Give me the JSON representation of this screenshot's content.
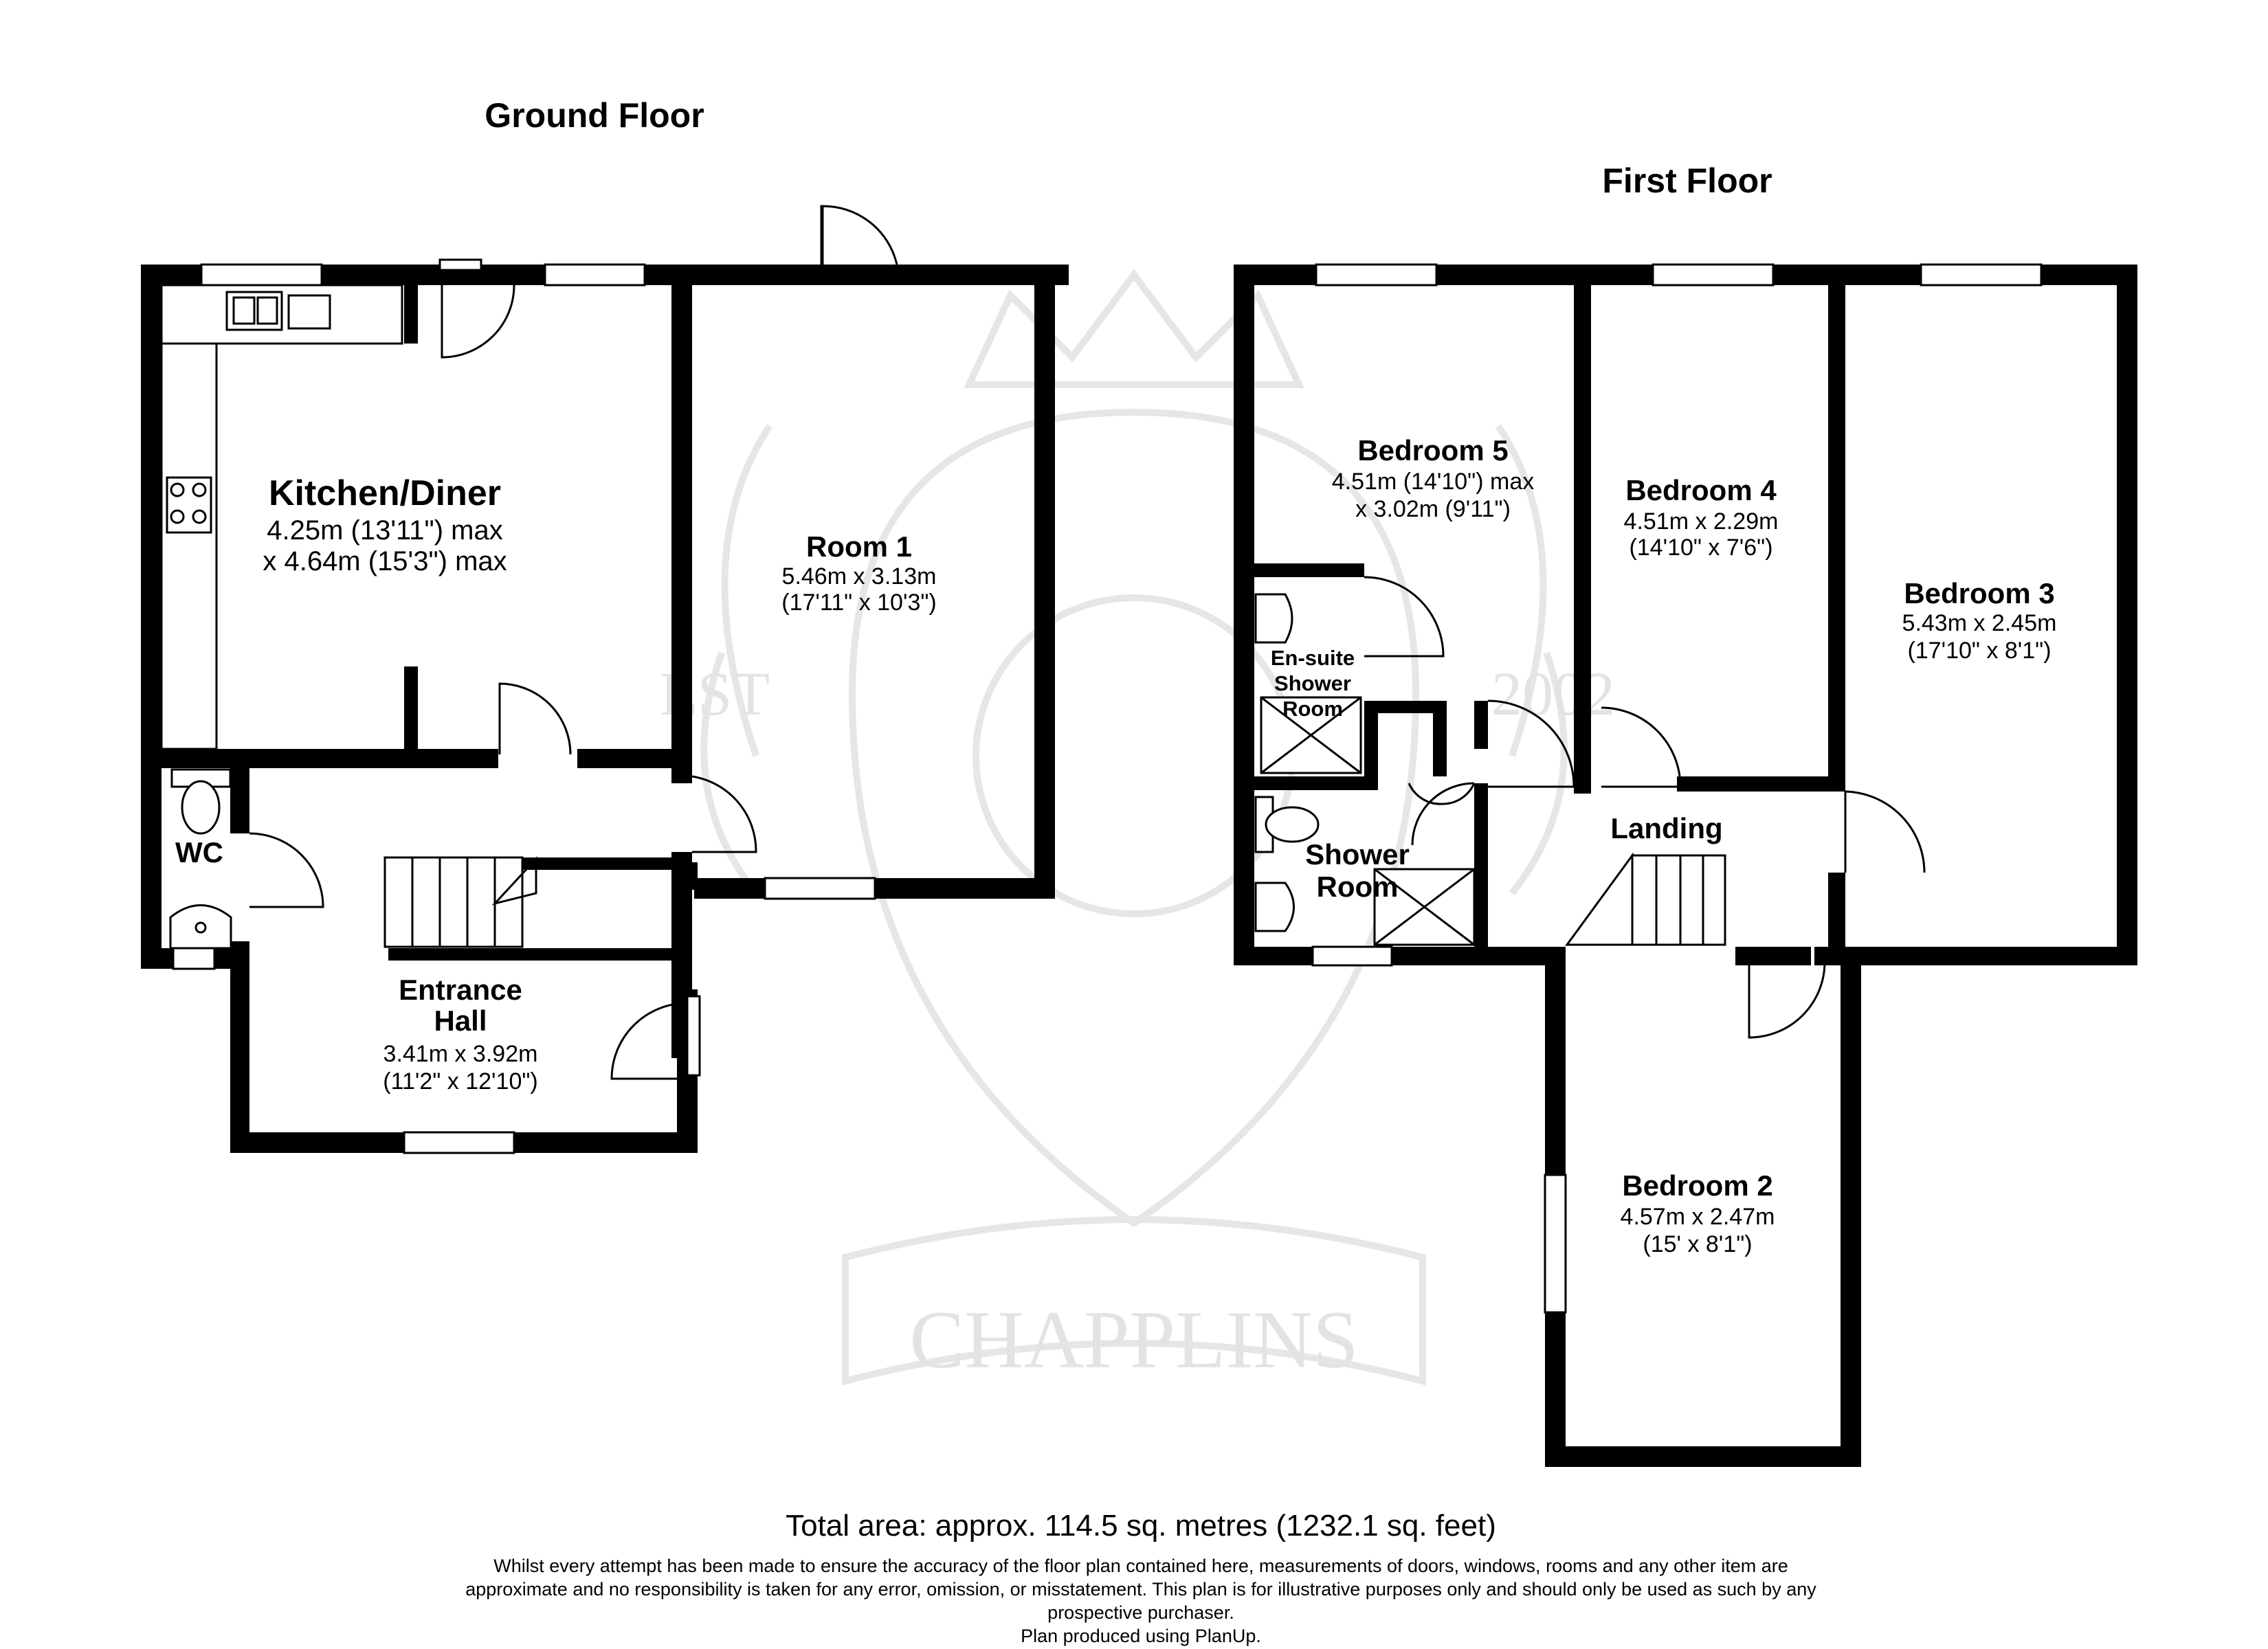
{
  "floors": {
    "ground": "Ground Floor",
    "first": "First Floor"
  },
  "rooms": {
    "kitchen": {
      "name": "Kitchen/Diner",
      "dim1": "4.25m (13'11\") max",
      "dim2": "x 4.64m (15'3\") max"
    },
    "room1": {
      "name": "Room 1",
      "dim1": "5.46m x 3.13m",
      "dim2": "(17'11\" x 10'3\")"
    },
    "wc": {
      "name": "WC"
    },
    "entrance": {
      "name1": "Entrance",
      "name2": "Hall",
      "dim1": "3.41m x 3.92m",
      "dim2": "(11'2\" x 12'10\")"
    },
    "bed5": {
      "name": "Bedroom 5",
      "dim1": "4.51m (14'10\") max",
      "dim2": "x 3.02m (9'11\")"
    },
    "bed4": {
      "name": "Bedroom 4",
      "dim1": "4.51m x 2.29m",
      "dim2": "(14'10\" x 7'6\")"
    },
    "bed3": {
      "name": "Bedroom 3",
      "dim1": "5.43m x 2.45m",
      "dim2": "(17'10\" x 8'1\")"
    },
    "ensuite": {
      "line1": "En-suite",
      "line2": "Shower",
      "line3": "Room"
    },
    "shower": {
      "line1": "Shower",
      "line2": "Room"
    },
    "landing": {
      "name": "Landing"
    },
    "bed2": {
      "name": "Bedroom 2",
      "dim1": "4.57m x 2.47m",
      "dim2": "(15' x 8'1\")"
    }
  },
  "footer": {
    "total": "Total area: approx. 114.5 sq. metres (1232.1 sq. feet)",
    "disclaimer1": "Whilst every attempt has been made to ensure the accuracy of the floor plan contained here, measurements of doors, windows, rooms and any other item are",
    "disclaimer2": "approximate and no responsibility is taken for any error, omission, or misstatement. This plan is for illustrative purposes only and should only be used as such by any",
    "disclaimer3": "prospective purchaser.",
    "produced": "Plan produced using PlanUp."
  },
  "watermark": {
    "brand": "CHAPPLINS",
    "est": "EST",
    "year": "2002"
  }
}
